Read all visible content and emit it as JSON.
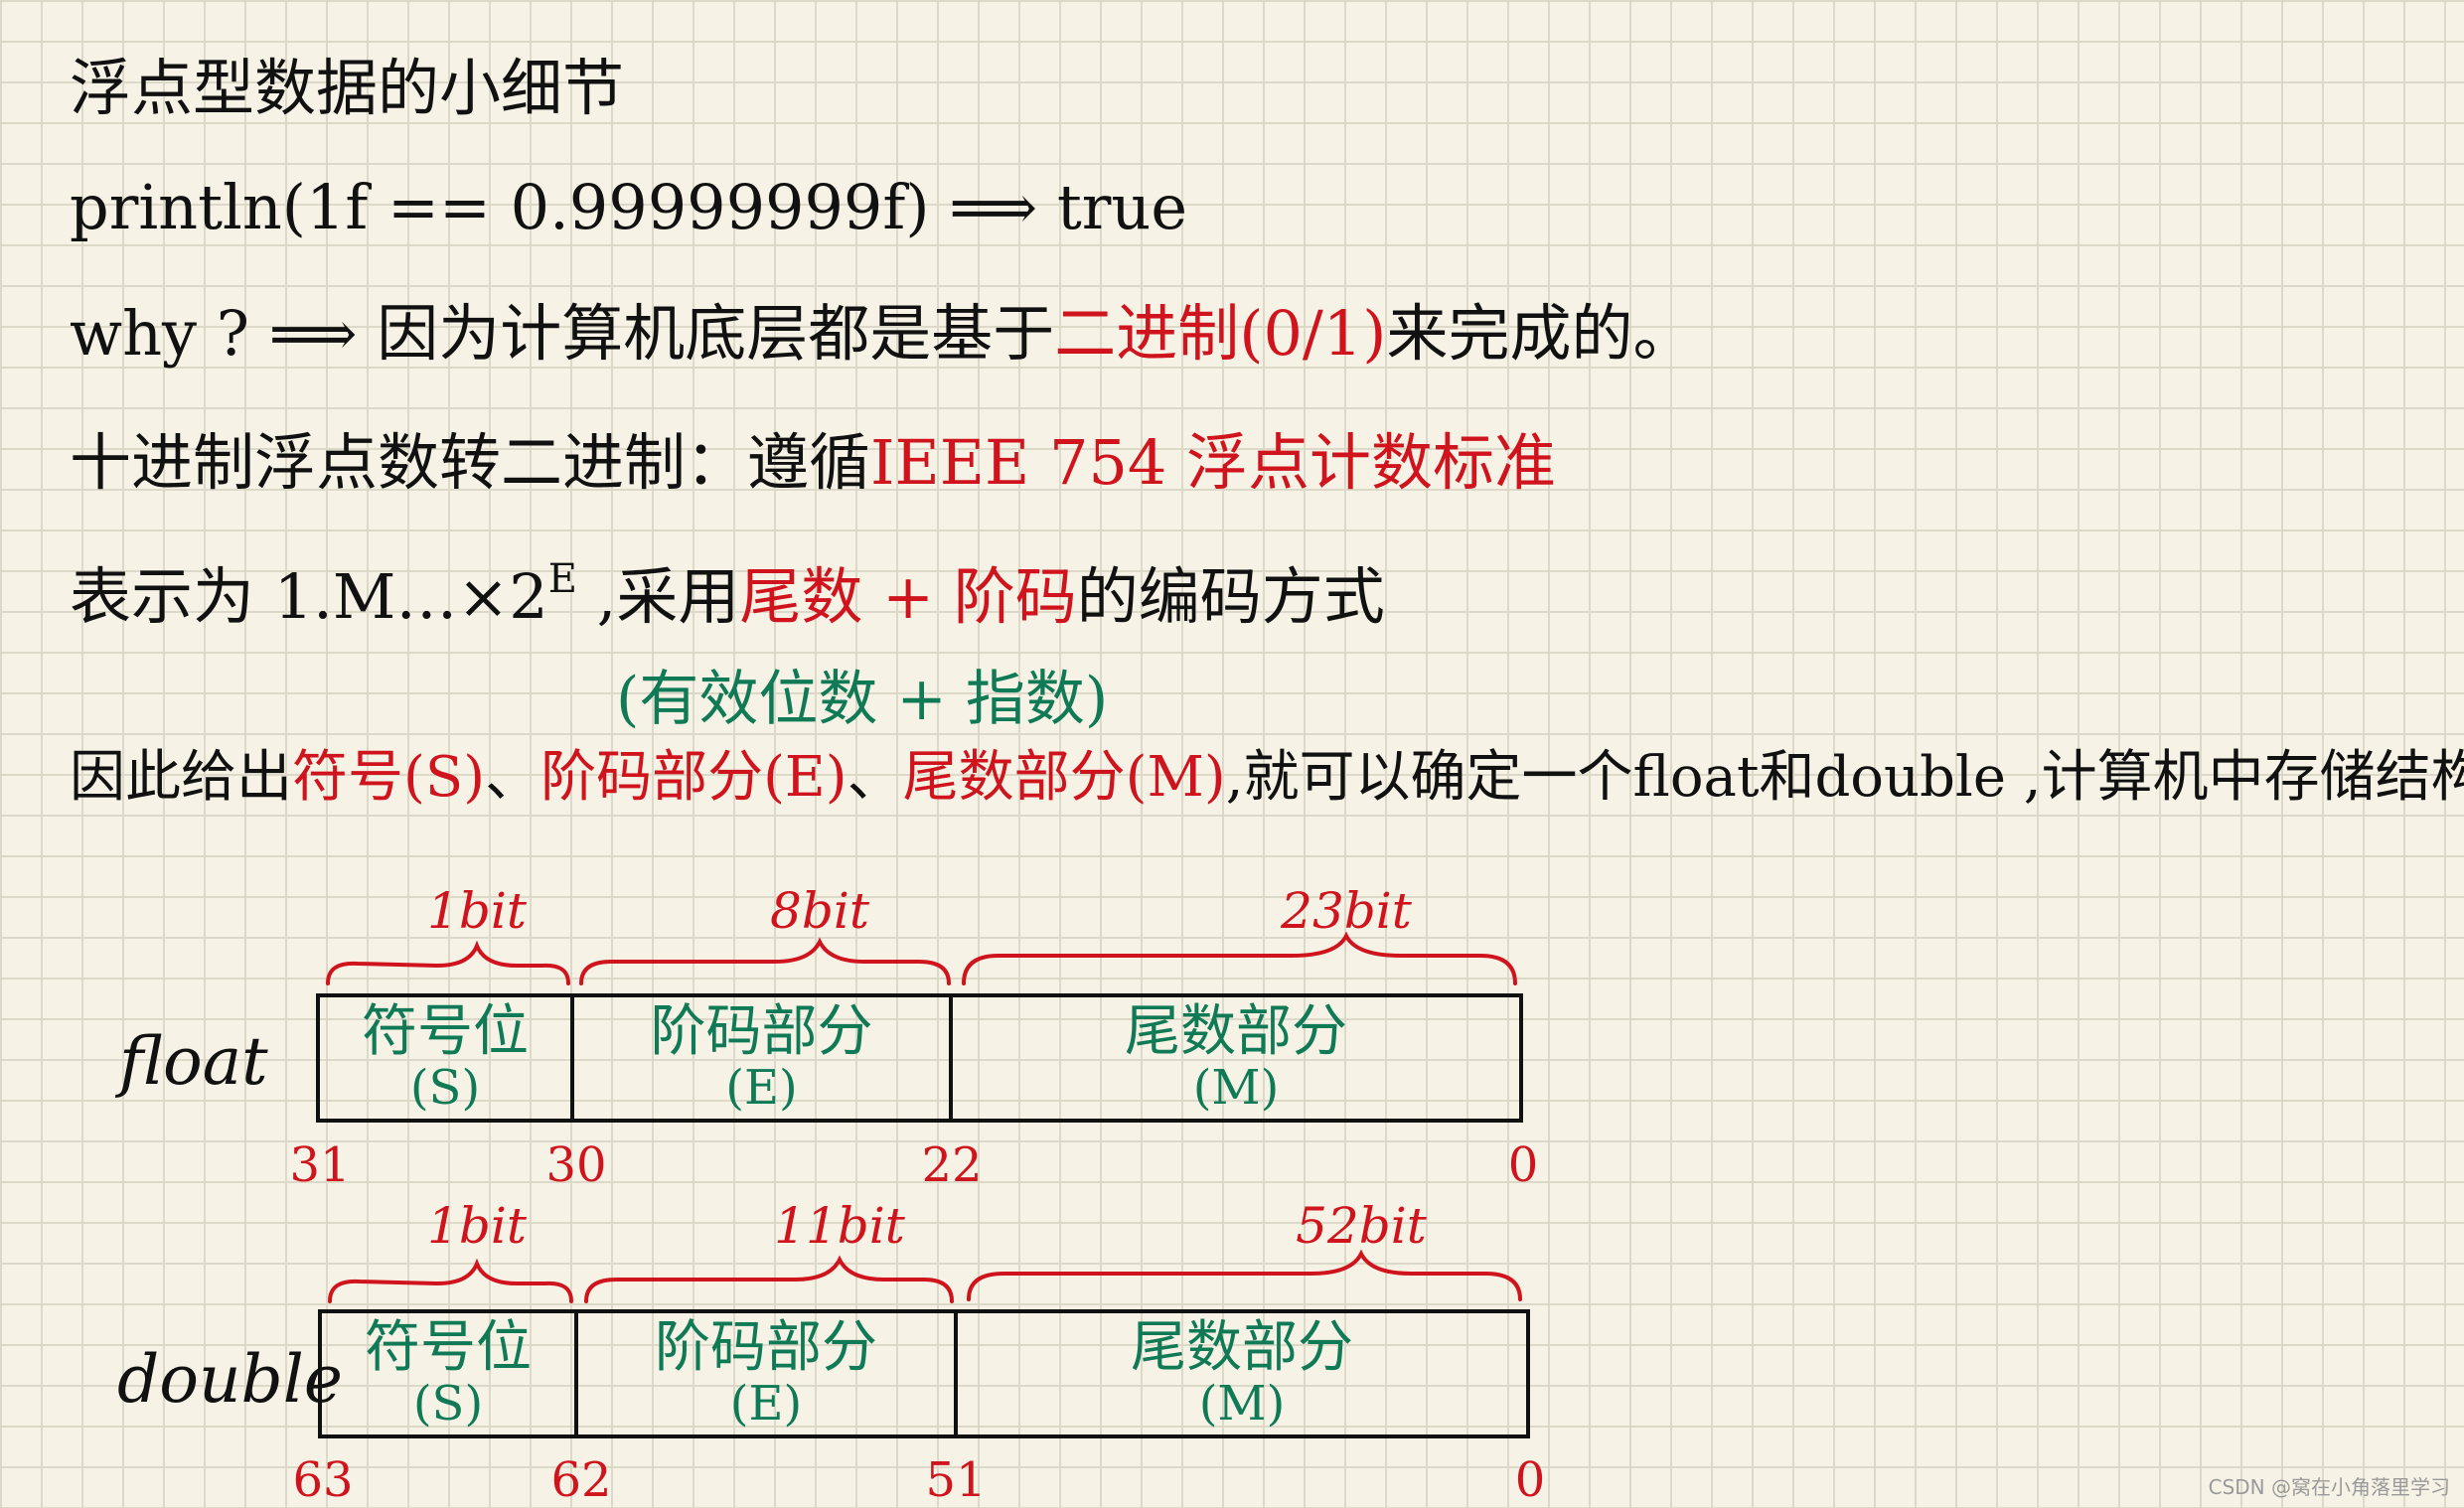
{
  "title": "浮点型数据的小细节",
  "code_line": {
    "expr": "println(1f == 0.99999999f)",
    "arrow": "⟹",
    "result": "true"
  },
  "why_line": {
    "prefix": "why ? ⟹ 因为计算机底层都是基于",
    "highlight": "二进制(0/1)",
    "suffix": "来完成的。"
  },
  "convert_line": {
    "prefix": "十进制浮点数转二进制：遵循",
    "highlight": "IEEE 754 浮点计数标准"
  },
  "repr_line": {
    "prefix": "表示为 1.M…×2",
    "exponent": "E",
    "mid": " ,采用",
    "highlight": "尾数 + 阶码",
    "suffix": "的编码方式",
    "note": "(有效位数 + 指数)"
  },
  "hence_line": {
    "prefix": "因此给出",
    "sign": "符号(S)",
    "sep1": "、",
    "exponent": "阶码部分(E)",
    "sep2": "、",
    "mantissa": "尾数部分(M)",
    "suffix": ",就可以确定一个float和double ,计算机中存储结构:"
  },
  "float": {
    "label": "float",
    "fields": [
      {
        "name": "符号位",
        "abbr": "(S)",
        "bits": "1bit"
      },
      {
        "name": "阶码部分",
        "abbr": "(E)",
        "bits": "8bit"
      },
      {
        "name": "尾数部分",
        "abbr": "(M)",
        "bits": "23bit"
      }
    ],
    "indices": [
      "31",
      "30",
      "22",
      "0"
    ]
  },
  "double": {
    "label": "double",
    "fields": [
      {
        "name": "符号位",
        "abbr": "(S)",
        "bits": "1bit"
      },
      {
        "name": "阶码部分",
        "abbr": "(E)",
        "bits": "11bit"
      },
      {
        "name": "尾数部分",
        "abbr": "(M)",
        "bits": "52bit"
      }
    ],
    "indices": [
      "63",
      "62",
      "51",
      "0"
    ]
  },
  "watermark": "CSDN @窝在小角落里学习",
  "colors": {
    "red": "#d0141d",
    "green": "#0f7a55",
    "ink": "#111111"
  }
}
